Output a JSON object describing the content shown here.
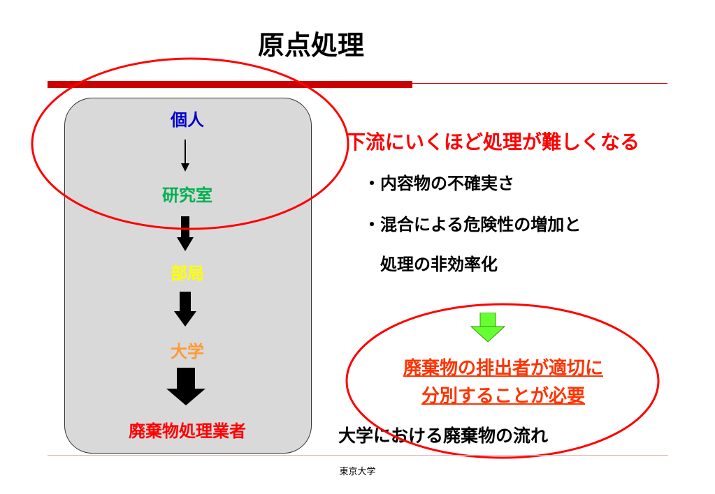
{
  "slide": {
    "title": "原点処理",
    "footer": "東京大学"
  },
  "flow": {
    "steps": [
      {
        "label": "個人",
        "color": "#0000cc"
      },
      {
        "label": "研究室",
        "color": "#00b050"
      },
      {
        "label": "部局",
        "color": "#ffff00"
      },
      {
        "label": "大学",
        "color": "#ff9933"
      },
      {
        "label": "廃棄物処理業者",
        "color": "#ff0000"
      }
    ]
  },
  "notes": {
    "slogan": "下流にいくほど処理が難しくなる",
    "bullets": [
      "・内容物の不確実さ",
      "・混合による危険性の増加と",
      "　処理の非効率化"
    ]
  },
  "conclusion": {
    "line1": "廃棄物の排出者が適切に",
    "line2": "分別することが必要"
  },
  "caption": "大学における廃棄物の流れ",
  "colors": {
    "accent_red": "#cc0000",
    "ellipse_red": "#ff0000",
    "green_arrow": "#66ff33",
    "panel_gray": "#d9d9d9"
  }
}
